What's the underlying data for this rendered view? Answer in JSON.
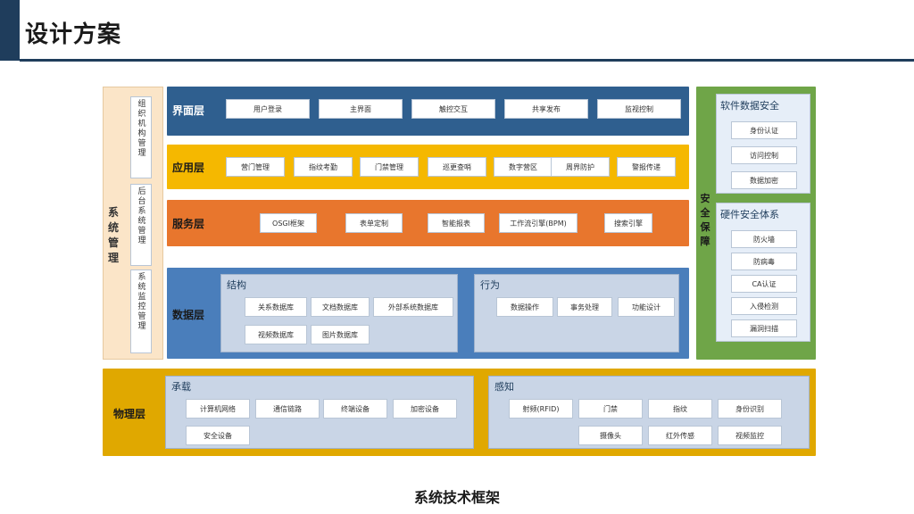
{
  "header": {
    "title": "设计方案"
  },
  "system_mgmt": {
    "label": "系统管理",
    "items": [
      "组织机构管理",
      "后台系统管理",
      "系统监控管理"
    ]
  },
  "layers": {
    "ui": {
      "label": "界面层",
      "items": [
        "用户登录",
        "主界面",
        "触控交互",
        "共享发布",
        "监视控制"
      ]
    },
    "app": {
      "label": "应用层",
      "items": [
        "营门管理",
        "指纹考勤",
        "门禁管理",
        "巡更查哨",
        "数字营区",
        "周界防护",
        "警报传递"
      ]
    },
    "service": {
      "label": "服务层",
      "items": [
        "OSGI框架",
        "表单定制",
        "智能报表",
        "工作流引擎(BPM)",
        "搜索引擎"
      ]
    },
    "data": {
      "label": "数据层",
      "structure": {
        "label": "结构",
        "items": [
          "关系数据库",
          "文档数据库",
          "外部系统数据库",
          "视频数据库",
          "图片数据库"
        ]
      },
      "behavior": {
        "label": "行为",
        "items": [
          "数据操作",
          "事务处理",
          "功能设计"
        ]
      }
    },
    "physical": {
      "label": "物理层",
      "carrier": {
        "label": "承载",
        "items": [
          "计算机网络",
          "通信链路",
          "终端设备",
          "加密设备",
          "安全设备"
        ]
      },
      "perception": {
        "label": "感知",
        "items": [
          "射频(RFID)",
          "门禁",
          "指纹",
          "身份识别",
          "摄像头",
          "红外传感",
          "视频监控"
        ]
      }
    }
  },
  "security": {
    "label": "安全保障",
    "software": {
      "label": "软件数据安全",
      "items": [
        "身份认证",
        "访问控制",
        "数据加密"
      ]
    },
    "hardware": {
      "label": "硬件安全体系",
      "items": [
        "防火墙",
        "防病毒",
        "CA认证",
        "入侵检测",
        "漏洞扫描"
      ]
    }
  },
  "caption": "系统技术框架",
  "colors": {
    "ui": "#2f5f8f",
    "app": "#f5b800",
    "service": "#e8762d",
    "data": "#4a7ebb",
    "physical": "#e0a800",
    "security": "#6fa548",
    "mgmt": "#fbe5c8"
  }
}
